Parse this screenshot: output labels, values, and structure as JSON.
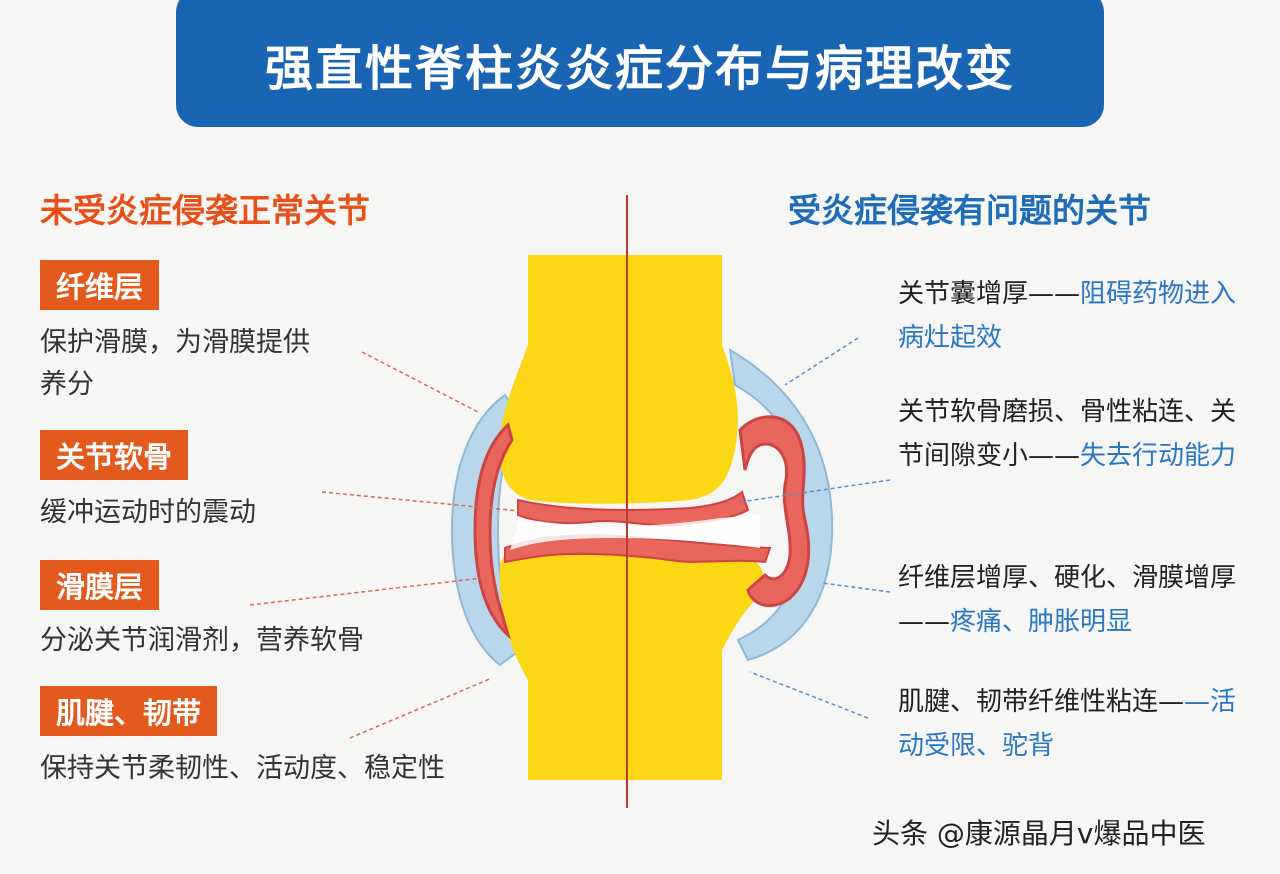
{
  "title": "强直性脊柱炎炎症分布与病理改变",
  "left": {
    "heading": "未受炎症侵袭正常关节",
    "items": [
      {
        "label": "纤维层",
        "desc": "保护滑膜，为滑膜提供养分"
      },
      {
        "label": "关节软骨",
        "desc": "缓冲运动时的震动"
      },
      {
        "label": "滑膜层",
        "desc": "分泌关节润滑剂，营养软骨"
      },
      {
        "label": "肌腱、韧带",
        "desc": " 保持关节柔韧性、活动度、稳定性"
      }
    ]
  },
  "right": {
    "heading": "受炎症侵袭有问题的关节",
    "notes": [
      {
        "black": "关节囊增厚——",
        "blue": "阻碍药物进入病灶起效"
      },
      {
        "black": "关节软骨磨损、骨性粘连、关节间隙变小——",
        "blue": "失去行动能力"
      },
      {
        "black": "纤维层增厚、硬化、滑膜增厚——",
        "blue": "疼痛、肿胀明显"
      },
      {
        "black": "肌腱、韧带纤维性粘连—",
        "blue": "—活动受限、驼背"
      }
    ]
  },
  "watermark": "头条 @康源晶月v爆品中医",
  "colors": {
    "banner": "#1a64b4",
    "label_bg": "#e35a1c",
    "bone": "#fcd716",
    "cartilage": "#e8665c",
    "capsule": "#b9d6ea",
    "divider": "#c03a2b",
    "right_text": "#2a78c5"
  }
}
